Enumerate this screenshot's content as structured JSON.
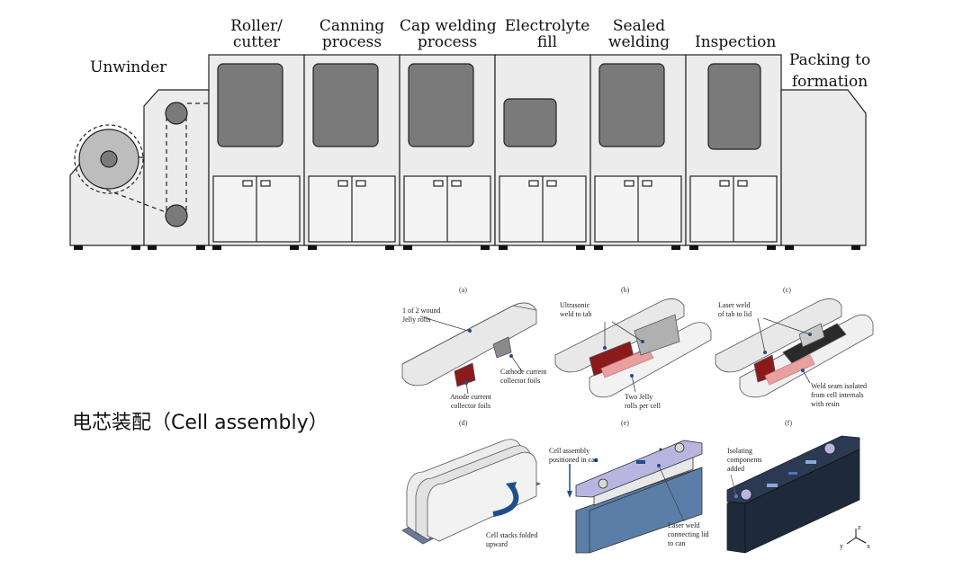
{
  "line": {
    "stations": [
      {
        "id": "unwinder",
        "label_1": "Unwinder",
        "label_2": ""
      },
      {
        "id": "roller",
        "label_1": "Roller/",
        "label_2": "cutter"
      },
      {
        "id": "canning",
        "label_1": "Canning",
        "label_2": "process"
      },
      {
        "id": "cap",
        "label_1": "Cap welding",
        "label_2": "process"
      },
      {
        "id": "electrolyte",
        "label_1": "Electrolyte",
        "label_2": "fill"
      },
      {
        "id": "sealed",
        "label_1": "Sealed",
        "label_2": "welding"
      },
      {
        "id": "inspection",
        "label_1": "Inspection",
        "label_2": ""
      },
      {
        "id": "packing",
        "label_1": "Packing to",
        "label_2": "formation"
      }
    ]
  },
  "caption": "电芯装配（Cell assembly）",
  "panels": {
    "a": {
      "letter": "(a)",
      "callout_1": "1 of 2 wound",
      "callout_2": "Jelly rolls",
      "cathode_1": "Cathode current",
      "cathode_2": "collector foils",
      "anode_1": "Anode current",
      "anode_2": "collector foils"
    },
    "b": {
      "letter": "(b)",
      "callout_1": "Ultrasonic",
      "callout_2": "weld to tab",
      "jelly_1": "Two Jelly",
      "jelly_2": "rolls per cell"
    },
    "c": {
      "letter": "(c)",
      "callout_1": "Laser weld",
      "callout_2": "of tab to lid",
      "seam_1": "Weld seam isolated",
      "seam_2": "from cell internals",
      "seam_3": "with resin"
    },
    "d": {
      "letter": "(d)",
      "fold_1": "Cell stacks folded",
      "fold_2": "upward"
    },
    "e": {
      "letter": "(e)",
      "pos_1": "Cell assembly",
      "pos_2": "positioned in can",
      "weld_1": "Laser weld",
      "weld_2": "connecting lid",
      "weld_3": "to can"
    },
    "f": {
      "letter": "(f)",
      "iso_1": "Isolating",
      "iso_2": "components",
      "iso_3": "added"
    }
  },
  "axes": {
    "z": "z",
    "y": "y",
    "x": "x"
  },
  "colors": {
    "machine_fill": "#ececec",
    "window_fill": "#7a7a7a",
    "outline": "#222222",
    "tab_red": "#8b1a1a",
    "can_blue": "#5a7ea8",
    "lid_lavender": "#b8b6e0",
    "dark_cell": "#1e2a3a"
  }
}
